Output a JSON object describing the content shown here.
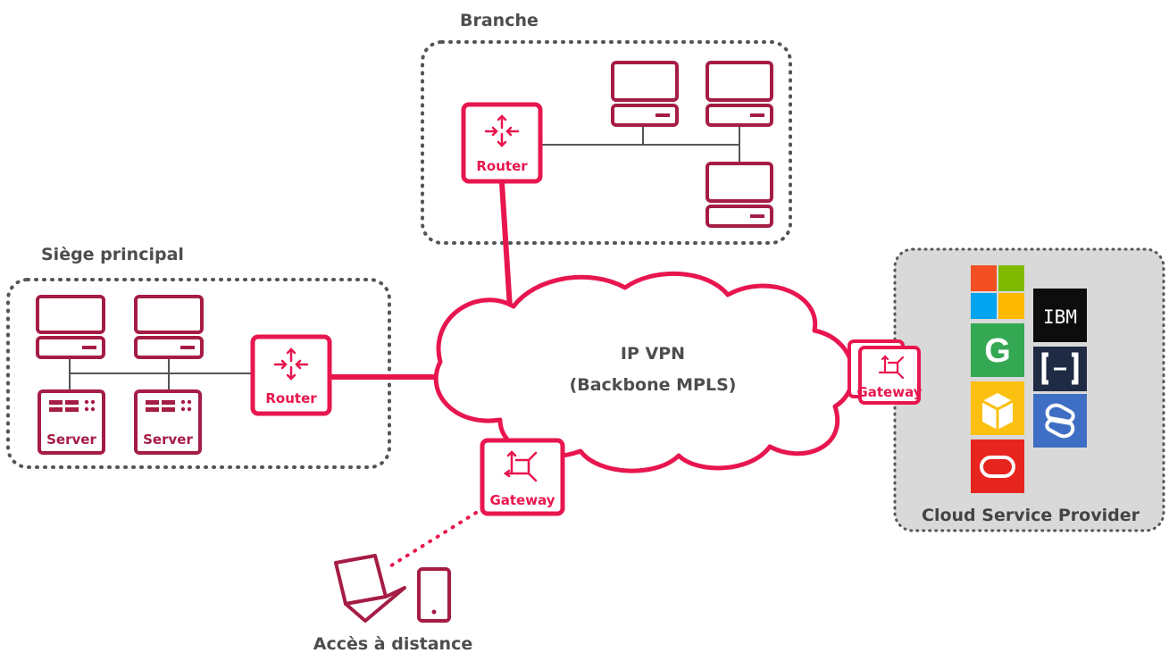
{
  "zones": {
    "branch": {
      "label": "Branche"
    },
    "hq": {
      "label": "Siège principal"
    },
    "cloud_provider": {
      "label": "Cloud Service Provider"
    },
    "remote": {
      "label": "Accès à distance"
    }
  },
  "network": {
    "line1": "IP VPN",
    "line2": "(Backbone MPLS)"
  },
  "devices": {
    "router_label": "Router",
    "server_label": "Server",
    "gateway_label": "Gateway"
  },
  "providers": [
    {
      "name": "microsoft-logo"
    },
    {
      "name": "ibm-logo",
      "text": "IBM"
    },
    {
      "name": "google-logo",
      "text": "G"
    },
    {
      "name": "alibaba-logo"
    },
    {
      "name": "aws-logo"
    },
    {
      "name": "salesforce-logo"
    },
    {
      "name": "oracle-logo"
    }
  ],
  "colors": {
    "accent": "#e8164e",
    "device": "#a51c45",
    "text": "#4d4d4d",
    "cloud_bg": "#d9d9d9"
  }
}
